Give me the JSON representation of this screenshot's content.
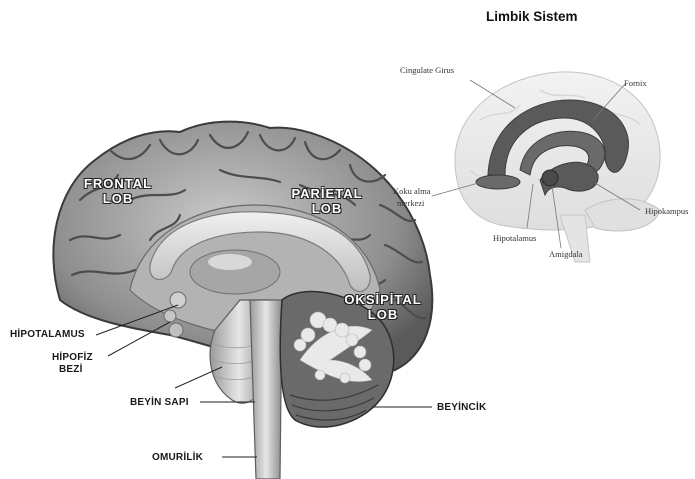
{
  "limbic": {
    "title": "Limbik Sistem",
    "labels": {
      "cingulate": "Cingulate Girus",
      "fornix": "Fornix",
      "koku1": "Koku alma",
      "koku2": "merkezi",
      "hipokampus": "Hipokampus",
      "hipotalamus": "Hipotalamus",
      "amigdala": "Amigdala"
    }
  },
  "brain": {
    "lobes": {
      "frontal": "FRONTAL\nLOB",
      "parietal": "PARİETAL\nLOB",
      "oksipital": "OKSİPİTAL\nLOB"
    },
    "labels": {
      "hipotalamus": "HİPOTALAMUS",
      "hipofiz1": "HİPOFİZ",
      "hipofiz2": "BEZİ",
      "beyin_sapi": "BEYİN SAPI",
      "beyincik": "BEYİNCİK",
      "omurilik": "OMURİLİK"
    }
  }
}
